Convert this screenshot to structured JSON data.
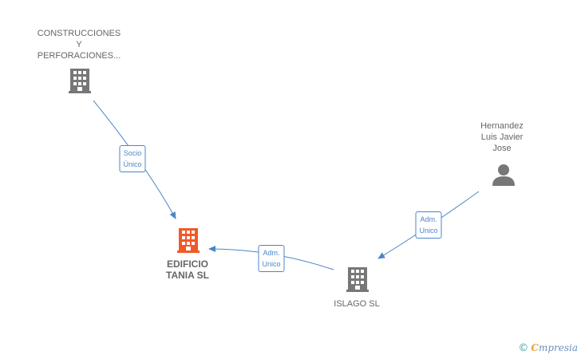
{
  "nodes": {
    "construcciones": {
      "line1": "CONSTRUCCIONES",
      "line2": "Y",
      "line3": "PERFORACIONES...",
      "icon": "building-icon",
      "color": "#777777"
    },
    "edificio": {
      "line1": "EDIFICIO",
      "line2": "TANIA SL",
      "icon": "building-icon",
      "color": "#f05a28"
    },
    "islago": {
      "line1": "ISLAGO SL",
      "icon": "building-icon",
      "color": "#777777"
    },
    "hernandez": {
      "line1": "Hernandez",
      "line2": "Luis Javier",
      "line3": "Jose",
      "icon": "person-icon",
      "color": "#777777"
    }
  },
  "edges": {
    "socio_unico": {
      "line1": "Socio",
      "line2": "Único"
    },
    "adm_unico_islago": {
      "line1": "Adm.",
      "line2": "Unico"
    },
    "adm_unico_hernandez": {
      "line1": "Adm.",
      "line2": "Unico"
    }
  },
  "colors": {
    "edge": "#4a86c8",
    "text": "#666666"
  },
  "watermark": {
    "copyright": "©",
    "brand_initial": "C",
    "brand_rest": "mpresia"
  }
}
